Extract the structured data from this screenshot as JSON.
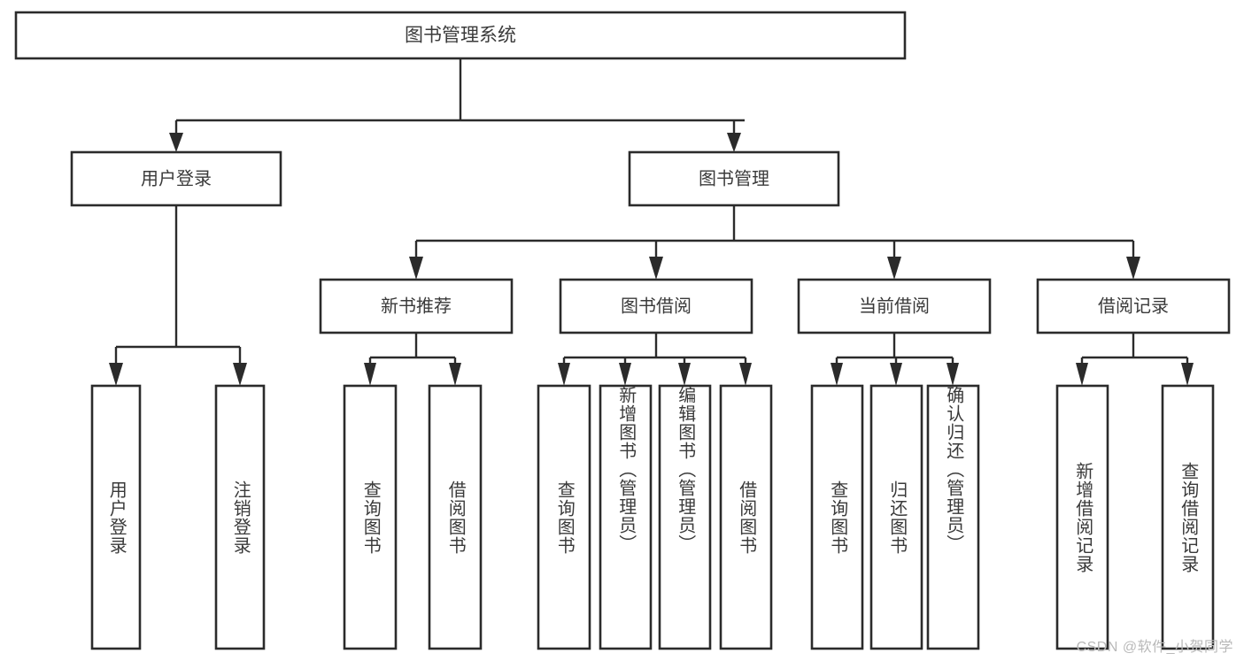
{
  "diagram": {
    "title": "图书管理系统",
    "watermark": "CSDN @软件_小贺同学",
    "root": {
      "label": "图书管理系统"
    },
    "level2": [
      {
        "label": "用户登录"
      },
      {
        "label": "图书管理"
      }
    ],
    "level3": [
      {
        "label": "新书推荐"
      },
      {
        "label": "图书借阅"
      },
      {
        "label": "当前借阅"
      },
      {
        "label": "借阅记录"
      }
    ],
    "leaves": {
      "user_login": [
        {
          "label": "用户登录"
        },
        {
          "label": "注销登录"
        }
      ],
      "new_book_recommend": [
        {
          "label": "查询图书"
        },
        {
          "label": "借阅图书"
        }
      ],
      "book_borrow": [
        {
          "label": "查询图书"
        },
        {
          "label": "新增图书（管理员）"
        },
        {
          "label": "编辑图书（管理员）"
        },
        {
          "label": "借阅图书"
        }
      ],
      "current_borrow": [
        {
          "label": "查询图书"
        },
        {
          "label": "归还图书"
        },
        {
          "label": "确认归还（管理员）"
        }
      ],
      "borrow_record": [
        {
          "label": "新增借阅记录"
        },
        {
          "label": "查询借阅记录"
        }
      ]
    },
    "colors": {
      "stroke": "#2b2b2b",
      "fill": "#ffffff",
      "text": "#3a3a3a",
      "watermark": "#b9b9b9"
    }
  }
}
